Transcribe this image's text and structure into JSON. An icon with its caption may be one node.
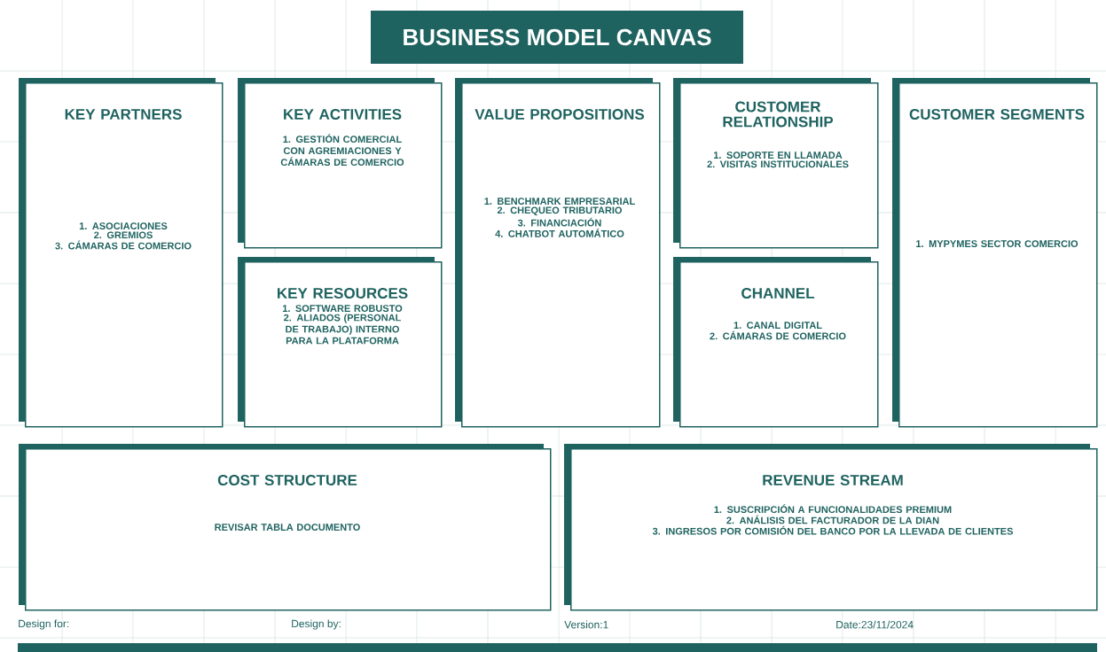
{
  "diagram": {
    "title": "BUSINESS MODEL CANVAS",
    "nodes": [
      {
        "text": [
          "KEY PARTNERS",
          "1. ASOCIACIONES",
          "2. GREMIOS",
          "3. CÁMARAS DE COMERCIO"
        ]
      },
      {
        "text": [
          "KEY ACTIVITIES",
          "1. GESTIÓN COMERCIAL CON AGREMIACIONES Y CÁMARAS DE COMERCIO"
        ]
      },
      {
        "text": [
          "KEY RESOURCES",
          "1. SOFTWARE ROBUSTO",
          "2. ALIADOS (PERSONAL DE TRABAJO) INTERNO PARA LA PLATAFORMA"
        ]
      },
      {
        "text": [
          "VALUE PROPOSITIONS",
          "1. BENCHMARK EMPRESARIAL",
          "2. CHEQUEO TRIBUTARIO",
          "3. FINANCIACIÓN",
          "4. CHATBOT AUTOMÁTICO"
        ]
      },
      {
        "text": [
          "CUSTOMER RELATIONSHIP",
          "1. SOPORTE EN LLAMADA",
          "2. VISITAS INSTITUCIONALES"
        ]
      },
      {
        "text": [
          "CHANNEL",
          "1. CANAL DIGITAL",
          "2. CÁMARAS DE COMERCIO"
        ]
      },
      {
        "text": [
          "CUSTOMER SEGMENTS",
          "1. MYPYMES SECTOR COMERCIO"
        ]
      },
      {
        "text": [
          "COST STRUCTURE",
          "REVISAR TABLA DOCUMENTO"
        ]
      },
      {
        "text": [
          "REVENUE STREAM",
          "1. SUSCRIPCIÓN A FUNCIONALIDADES PREMIUM",
          "2. ANÁLISIS DEL FACTURADOR DE LA DIAN",
          "3. INGRESOS POR COMISIÓN DEL BANCO POR LA LLEVADA DE CLIENTES"
        ]
      }
    ],
    "labels": [
      "Design for:",
      "Design by:",
      "Version:1",
      "Date:23/11/2024"
    ]
  }
}
